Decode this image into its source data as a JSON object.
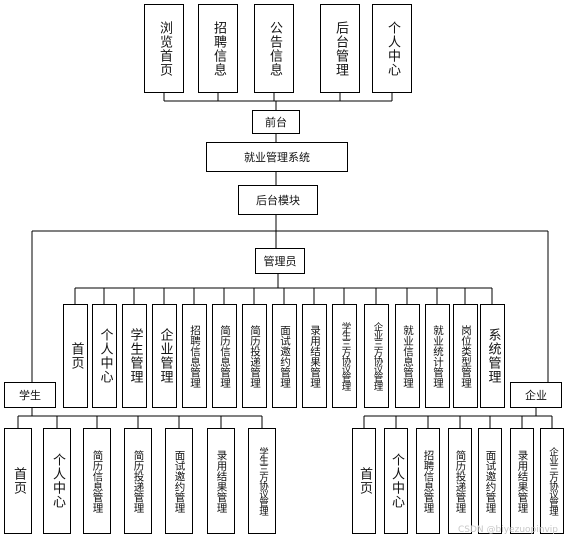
{
  "front": {
    "title": "前台",
    "items": [
      {
        "label": "浏览首页"
      },
      {
        "label": "招聘信息"
      },
      {
        "label": "公告信息"
      },
      {
        "label": "后台管理"
      },
      {
        "label": "个人中心"
      }
    ]
  },
  "system": {
    "title": "就业管理系统"
  },
  "backend": {
    "title": "后台模块"
  },
  "admin": {
    "title": "管理员",
    "items": [
      {
        "label": "首页"
      },
      {
        "label": "个人中心"
      },
      {
        "label": "学生管理"
      },
      {
        "label": "企业管理"
      },
      {
        "label": "招聘信息管理"
      },
      {
        "label": "简历信息管理"
      },
      {
        "label": "简历投递管理"
      },
      {
        "label": "面试邀约管理"
      },
      {
        "label": "录用结果管理"
      },
      {
        "label": "学生三方协议管理"
      },
      {
        "label": "企业三方协议管理"
      },
      {
        "label": "就业信息管理"
      },
      {
        "label": "就业统计管理"
      },
      {
        "label": "岗位类型管理"
      },
      {
        "label": "系统管理"
      }
    ]
  },
  "student": {
    "title": "学生",
    "items": [
      {
        "label": "首页"
      },
      {
        "label": "个人中心"
      },
      {
        "label": "简历信息管理"
      },
      {
        "label": "简历投递管理"
      },
      {
        "label": "面试邀约管理"
      },
      {
        "label": "录用结果管理"
      },
      {
        "label": "学生三方协议管理"
      }
    ]
  },
  "enterprise": {
    "title": "企业",
    "items": [
      {
        "label": "首页"
      },
      {
        "label": "个人中心"
      },
      {
        "label": "招聘信息管理"
      },
      {
        "label": "简历投递管理"
      },
      {
        "label": "面试邀约管理"
      },
      {
        "label": "录用结果管理"
      },
      {
        "label": "企业三方协议管理"
      }
    ]
  },
  "watermark": "CSDN @biyezuopinvip"
}
